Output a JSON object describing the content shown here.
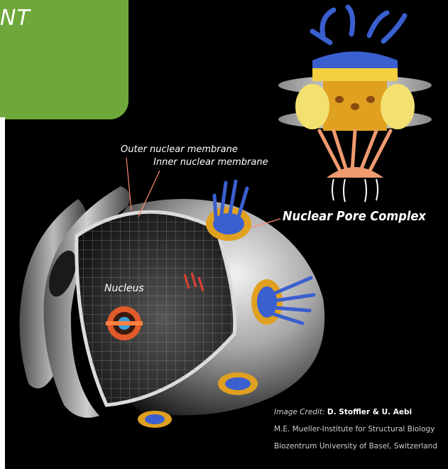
{
  "header": {
    "corner_text": "NT"
  },
  "labels": {
    "outer_membrane": "Outer nuclear membrane",
    "inner_membrane": "Inner nuclear membrane",
    "nuclear_pore_complex": "Nuclear Pore Complex",
    "nucleus": "Nucleus"
  },
  "credit": {
    "label": "Image Credit:",
    "names": "D. Stoffler & U. Aebi",
    "institute": "M.E. Mueller-Institute for Structural Biology",
    "location": "Biozentrum University of Basel, Switzerland"
  },
  "colors": {
    "panel_green": "#6ea83a",
    "background": "#000000",
    "pore_blue": "#3a5fcf",
    "pore_orange": "#e0a020",
    "pore_salmon": "#f09a70",
    "membrane_gray": "#b8b8b8"
  }
}
